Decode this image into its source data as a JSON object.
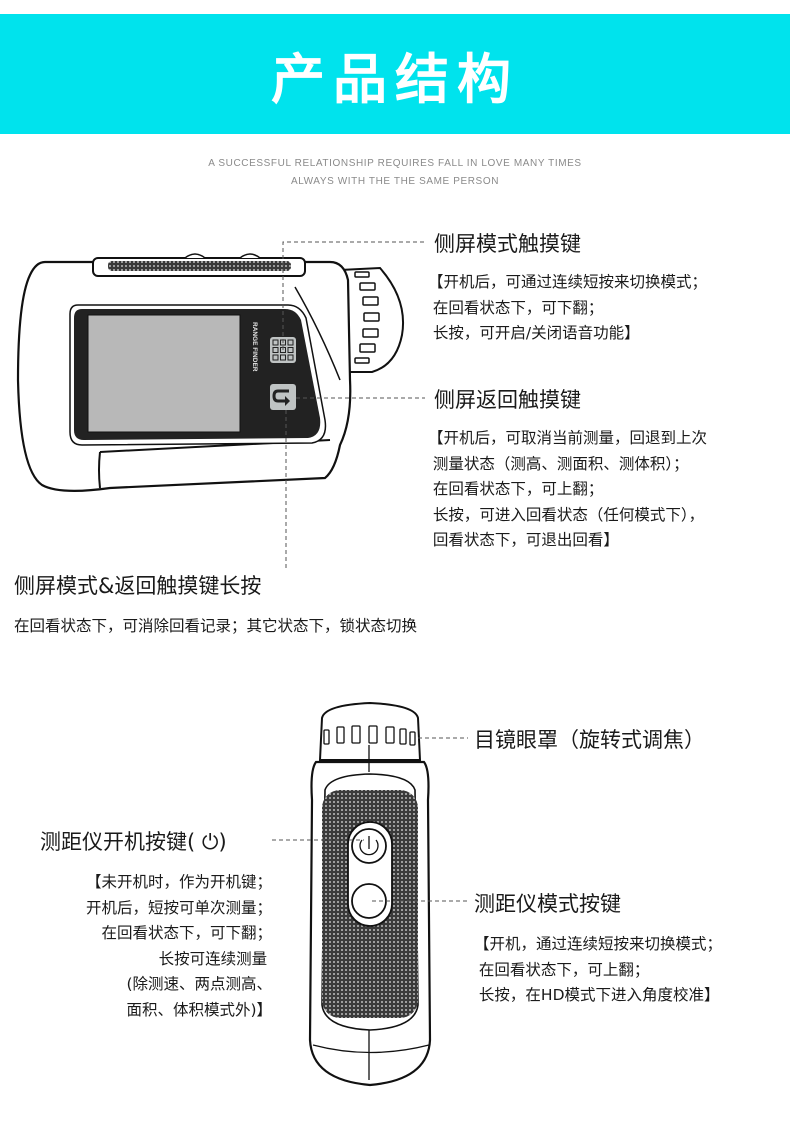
{
  "banner": {
    "title": "产品结构",
    "background_color": "#00e3ed",
    "text_color": "#ffffff"
  },
  "tagline": {
    "line1": "A SUCCESSFUL RELATIONSHIP REQUIRES FALL IN LOVE MANY TIMES",
    "line2": "ALWAYS WITH THE THE SAME PERSON"
  },
  "side_view": {
    "device_label": "RANGE FINDER",
    "callouts": [
      {
        "title": "侧屏模式触摸键",
        "lines": [
          "【开机后，可通过连续短按来切换模式；",
          " 在回看状态下，可下翻；",
          " 长按，可开启/关闭语音功能】"
        ]
      },
      {
        "title": "侧屏返回触摸键",
        "lines": [
          "【开机后，可取消当前测量，回退到上次",
          " 测量状态（测高、测面积、测体积）；",
          " 在回看状态下，可上翻；",
          " 长按，可进入回看状态（任何模式下），",
          " 回看状态下，可退出回看】"
        ]
      },
      {
        "title": "侧屏模式&返回触摸键长按",
        "lines": [
          "在回看状态下，可消除回看记录；其它状态下，锁状态切换"
        ]
      }
    ]
  },
  "top_view": {
    "callouts": [
      {
        "title": "目镜眼罩（旋转式调焦）",
        "lines": []
      },
      {
        "title": "测距仪开机按键( ⏻)",
        "lines": [
          "【未开机时，作为开机键；",
          "开机后，短按可单次测量；",
          "在回看状态下，可下翻；",
          "长按可连续测量 ",
          "(除测速、两点测高、",
          "面积、体积模式外)】"
        ]
      },
      {
        "title": "测距仪模式按键",
        "lines": [
          "【开机，通过连续短按来切换模式；",
          " 在回看状态下，可上翻；",
          " 长按，在HD模式下进入角度校准】"
        ]
      }
    ]
  }
}
